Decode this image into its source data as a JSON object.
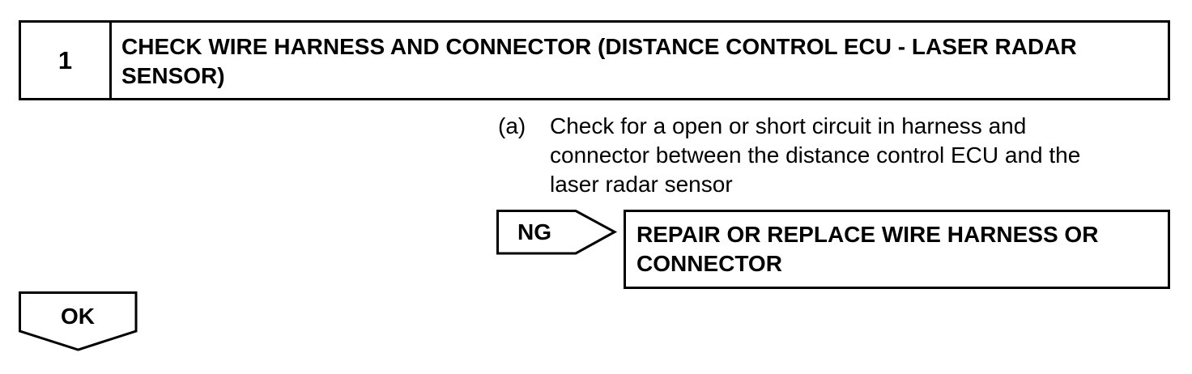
{
  "step": {
    "number": "1",
    "title": "CHECK WIRE HARNESS AND CONNECTOR (DISTANCE CONTROL ECU - LASER RADAR SENSOR)"
  },
  "instruction": {
    "marker": "(a)",
    "text": "Check for a open or short circuit in harness and connector between the distance control ECU and the laser radar sensor"
  },
  "ng": {
    "label": "NG",
    "action": "REPAIR OR REPLACE WIRE HARNESS OR CONNECTOR"
  },
  "ok": {
    "label": "OK"
  },
  "colors": {
    "ink": "#000000",
    "background": "#ffffff"
  }
}
